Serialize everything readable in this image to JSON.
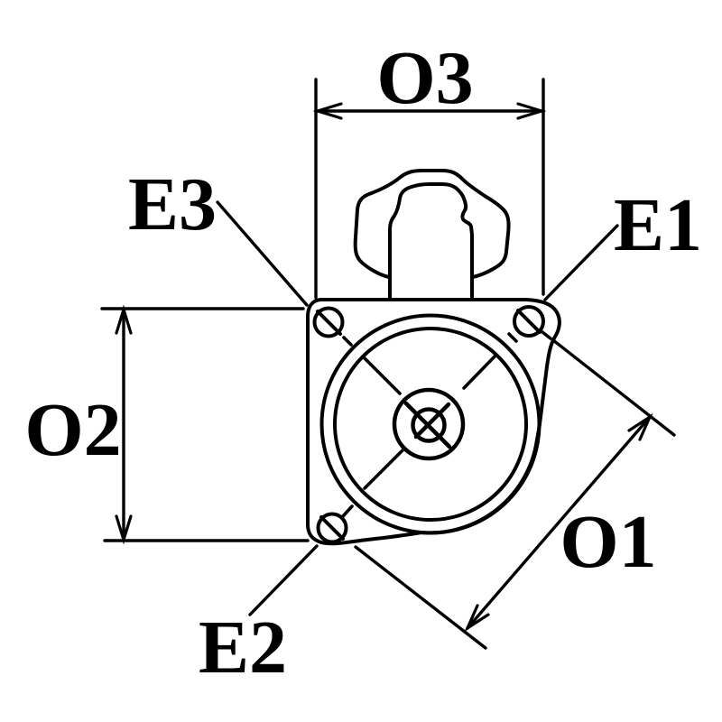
{
  "drawing": {
    "background": "#ffffff",
    "ink": "#000000",
    "dimensions": {
      "o1": {
        "label": "O1"
      },
      "o2": {
        "label": "O2"
      },
      "o3": {
        "label": "O3"
      }
    },
    "holes": {
      "e1": {
        "label": "E1"
      },
      "e2": {
        "label": "E2"
      },
      "e3": {
        "label": "E3"
      }
    }
  }
}
